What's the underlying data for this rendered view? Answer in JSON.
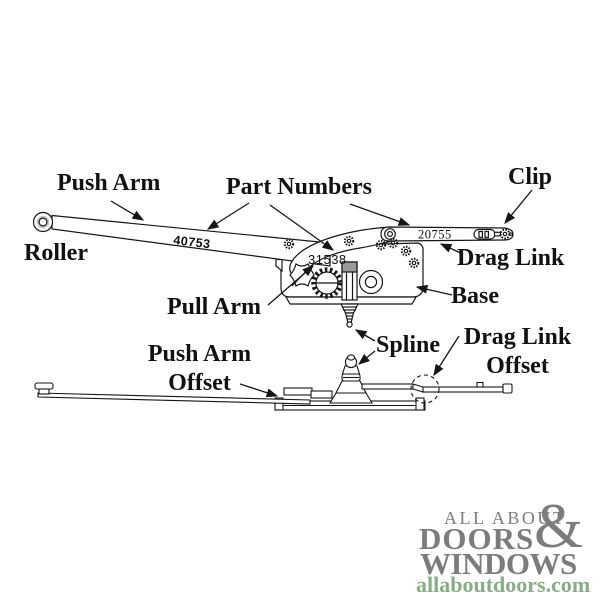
{
  "diagram": {
    "labels": {
      "push_arm": "Push Arm",
      "part_numbers": "Part Numbers",
      "clip": "Clip",
      "roller": "Roller",
      "drag_link": "Drag Link",
      "base": "Base",
      "pull_arm": "Pull Arm",
      "spline": "Spline",
      "push_arm_offset_line1": "Push Arm",
      "push_arm_offset_line2": "Offset",
      "drag_link_offset_line1": "Drag Link",
      "drag_link_offset_line2": "Offset"
    },
    "part_numbers": {
      "push_arm": "40753",
      "operator_body": "31538",
      "drag_link": "20755"
    }
  },
  "logo": {
    "line1": "ALL ABOUT",
    "ampersand": "&",
    "line2": "DOORS",
    "line3": "WINDOWS",
    "website": "allaboutdoors.com",
    "colors": {
      "gray": "#7c7c7c",
      "green": "#86ad86"
    }
  },
  "colors": {
    "ink": "#161616",
    "background": "#ffffff"
  }
}
